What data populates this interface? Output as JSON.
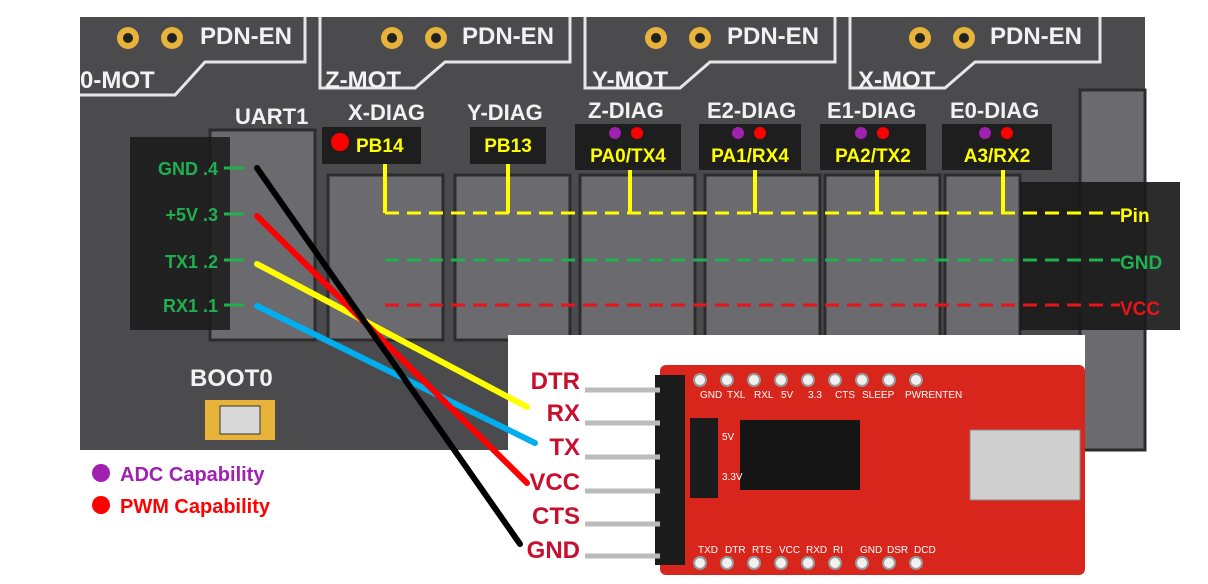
{
  "board": {
    "pdn_labels": [
      "PDN-EN",
      "PDN-EN",
      "PDN-EN",
      "PDN-EN"
    ],
    "mot_labels": [
      "0-MOT",
      "Z-MOT",
      "Y-MOT",
      "X-MOT"
    ],
    "uart_header": "UART1",
    "diag_labels": [
      "X-DIAG",
      "Y-DIAG",
      "Z-DIAG",
      "E2-DIAG",
      "E1-DIAG",
      "E0-DIAG"
    ],
    "boot_label": "BOOT0"
  },
  "diag_pins": [
    {
      "label": "PB14",
      "adc": false,
      "pwm": true
    },
    {
      "label": "PB13",
      "adc": false,
      "pwm": false
    },
    {
      "label": "PA0/TX4",
      "adc": true,
      "pwm": true
    },
    {
      "label": "PA1/RX4",
      "adc": true,
      "pwm": true
    },
    {
      "label": "PA2/TX2",
      "adc": true,
      "pwm": true
    },
    {
      "label": "A3/RX2",
      "adc": true,
      "pwm": true
    }
  ],
  "uart_pins": [
    "GND .4",
    "+5V .3",
    "TX1 .2",
    "RX1 .1"
  ],
  "line_legend": [
    {
      "label": "Pin",
      "color": "#ffff00"
    },
    {
      "label": "GND",
      "color": "#1fb050"
    },
    {
      "label": "VCC",
      "color": "#e8141b"
    }
  ],
  "ftdi_pins": [
    "DTR",
    "RX",
    "TX",
    "VCC",
    "CTS",
    "GND"
  ],
  "ftdi_silk_top": [
    "GND",
    "TXL",
    "RXL",
    "5V",
    "3.3",
    "CTS",
    "SLEEP",
    "PWRENTEN"
  ],
  "ftdi_silk_bottom": [
    "TXD",
    "DTR",
    "RTS",
    "VCC",
    "RXD",
    "RI",
    "GND",
    "DSR",
    "DCD"
  ],
  "ftdi_jumper": [
    "5V",
    "3.3V"
  ],
  "wires": [
    {
      "from": "GND .4",
      "to": "GND",
      "color": "#000000"
    },
    {
      "from": "+5V .3",
      "to": "VCC",
      "color": "#ff0000"
    },
    {
      "from": "TX1 .2",
      "to": "RX",
      "color": "#ffff00"
    },
    {
      "from": "RX1 .1",
      "to": "TX",
      "color": "#00aeef"
    }
  ],
  "capability_legend": [
    {
      "label": "ADC Capability",
      "color": "#a020b0"
    },
    {
      "label": "PWM Capability",
      "color": "#ff0000"
    }
  ]
}
